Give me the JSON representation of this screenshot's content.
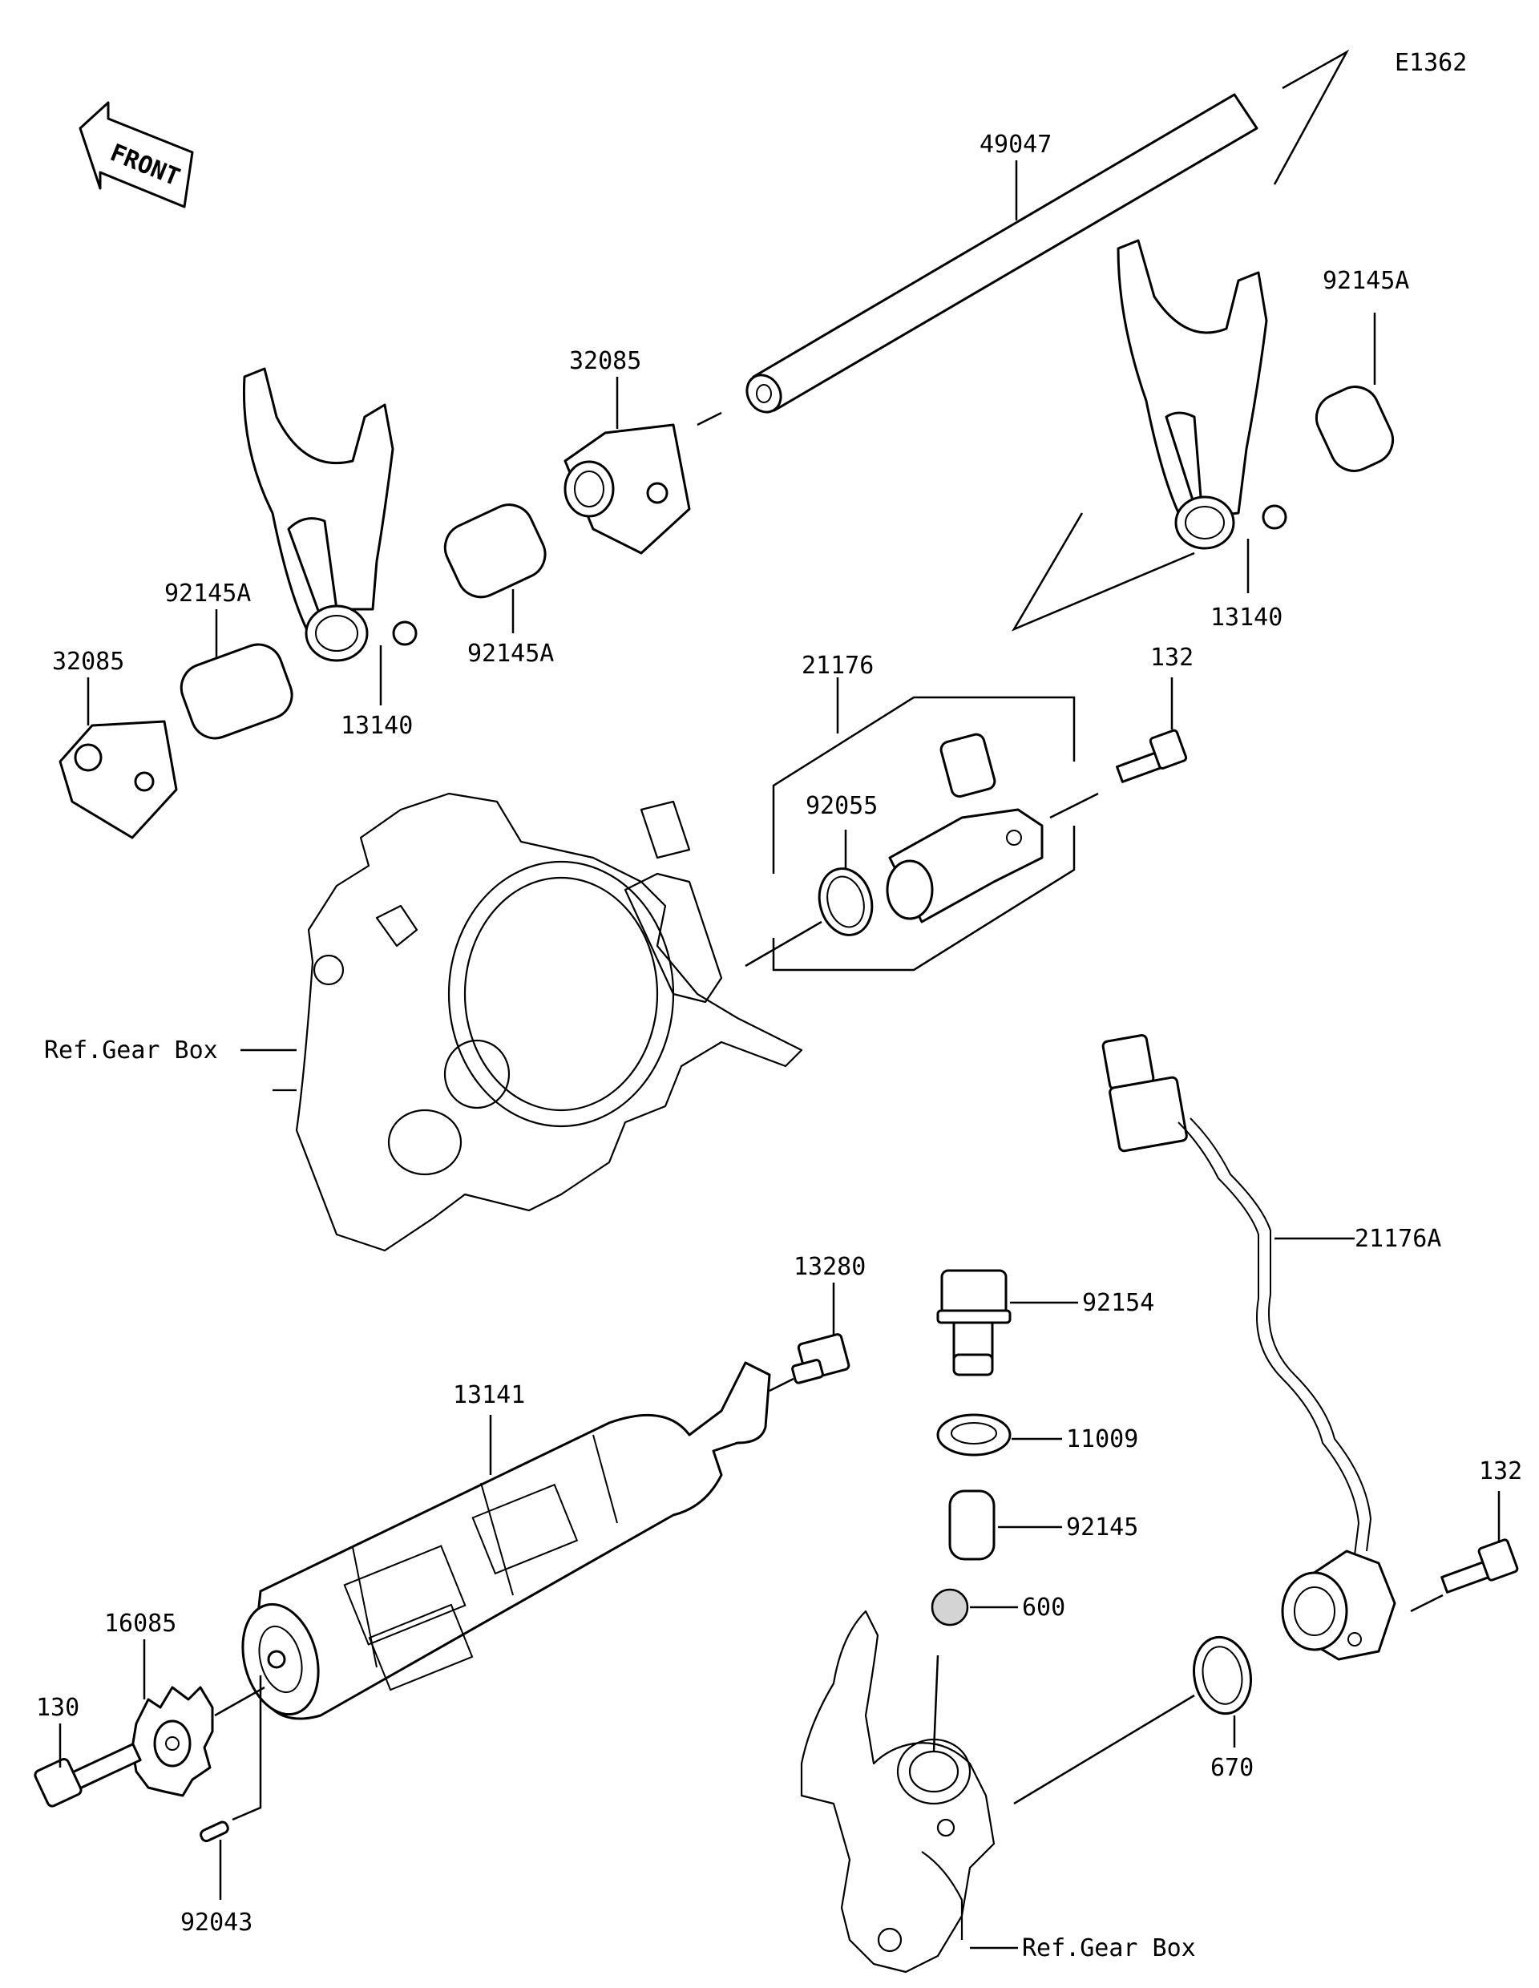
{
  "figure_id": "E1362",
  "front_label": "FRONT",
  "labels": {
    "p49047": "49047",
    "p32085_top": "32085",
    "p32085_left": "32085",
    "p92145A_right": "92145A",
    "p92145A_left": "92145A",
    "p92145A_mid": "92145A",
    "p13140_left": "13140",
    "p13140_right": "13140",
    "p21176": "21176",
    "p92055": "92055",
    "p132_top": "132",
    "p132_bottom": "132",
    "ref_gear_box_top": "Ref.Gear Box",
    "ref_gear_box_bottom": "Ref.Gear Box",
    "p21176A": "21176A",
    "p13280": "13280",
    "p92154": "92154",
    "p13141": "13141",
    "p11009": "11009",
    "p92145": "92145",
    "p600": "600",
    "p16085": "16085",
    "p130": "130",
    "p670": "670",
    "p92043": "92043"
  }
}
